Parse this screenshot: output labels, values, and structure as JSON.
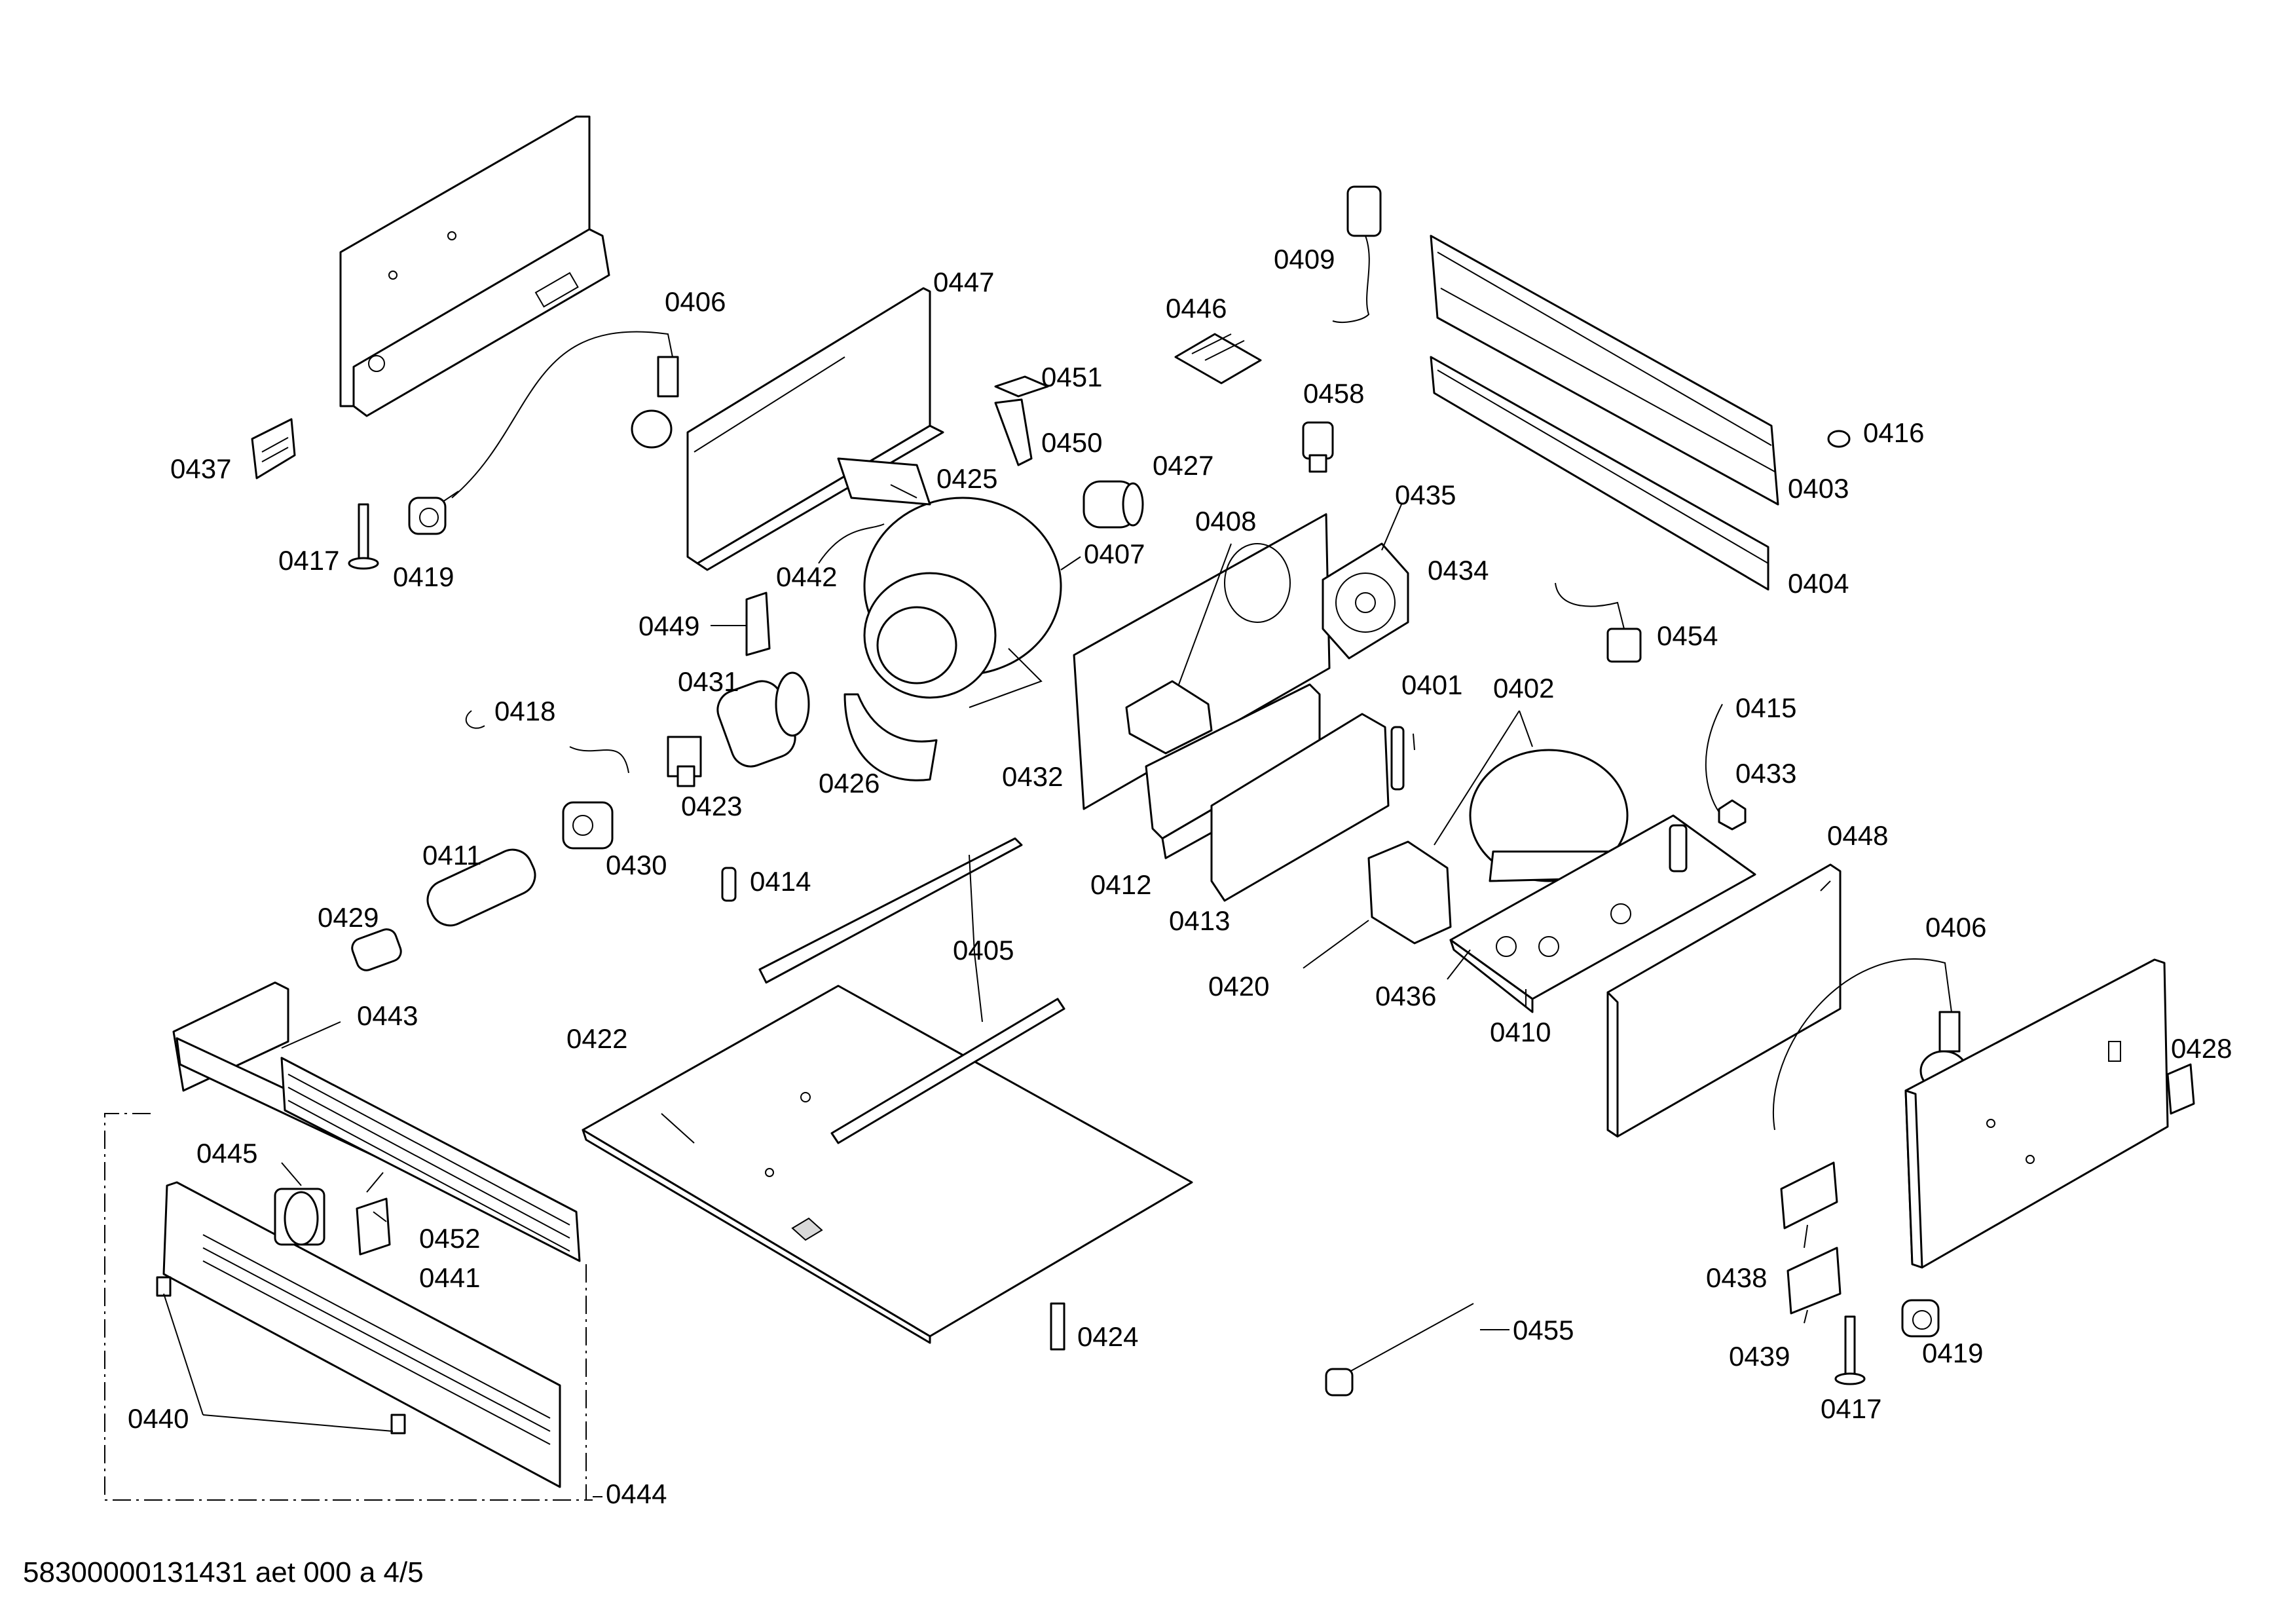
{
  "footer": "58300000131431 aet 000 a 4/5",
  "callouts": [
    {
      "label": "0401"
    },
    {
      "label": "0402"
    },
    {
      "label": "0403"
    },
    {
      "label": "0404"
    },
    {
      "label": "0405"
    },
    {
      "label": "0406"
    },
    {
      "label": "0406"
    },
    {
      "label": "0407"
    },
    {
      "label": "0408"
    },
    {
      "label": "0409"
    },
    {
      "label": "0410"
    },
    {
      "label": "0411"
    },
    {
      "label": "0412"
    },
    {
      "label": "0413"
    },
    {
      "label": "0414"
    },
    {
      "label": "0415"
    },
    {
      "label": "0416"
    },
    {
      "label": "0417"
    },
    {
      "label": "0417"
    },
    {
      "label": "0418"
    },
    {
      "label": "0419"
    },
    {
      "label": "0419"
    },
    {
      "label": "0420"
    },
    {
      "label": "0422"
    },
    {
      "label": "0423"
    },
    {
      "label": "0424"
    },
    {
      "label": "0425"
    },
    {
      "label": "0426"
    },
    {
      "label": "0427"
    },
    {
      "label": "0428"
    },
    {
      "label": "0429"
    },
    {
      "label": "0430"
    },
    {
      "label": "0431"
    },
    {
      "label": "0432"
    },
    {
      "label": "0433"
    },
    {
      "label": "0434"
    },
    {
      "label": "0435"
    },
    {
      "label": "0436"
    },
    {
      "label": "0437"
    },
    {
      "label": "0438"
    },
    {
      "label": "0439"
    },
    {
      "label": "0440"
    },
    {
      "label": "0441"
    },
    {
      "label": "0443"
    },
    {
      "label": "0444"
    },
    {
      "label": "0445"
    },
    {
      "label": "0446"
    },
    {
      "label": "0447"
    },
    {
      "label": "0448"
    },
    {
      "label": "0449"
    },
    {
      "label": "0450"
    },
    {
      "label": "0451"
    },
    {
      "label": "0442"
    },
    {
      "label": "0452"
    },
    {
      "label": "0454"
    },
    {
      "label": "0455"
    },
    {
      "label": "0458"
    }
  ]
}
